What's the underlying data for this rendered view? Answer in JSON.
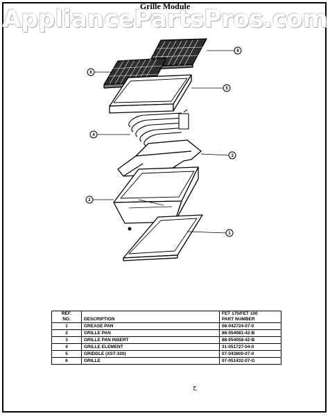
{
  "header": {
    "title": "Grille Module",
    "watermark": "AppliancePartsPros.com"
  },
  "callouts": [
    "1",
    "2",
    "3",
    "4",
    "5",
    "6",
    "6"
  ],
  "table": {
    "headers": {
      "ref_line1": "REF.",
      "ref_line2": "NO.",
      "description": "DESCRIPTION",
      "model_line": "FET 170/FET 100",
      "part_line": "PART NUMBER"
    },
    "rows": [
      {
        "ref": "1",
        "description": "GREASE PAN",
        "part": "08-042724-07-0"
      },
      {
        "ref": "2",
        "description": "GRILLE PAN",
        "part": "88-054081-42-B"
      },
      {
        "ref": "3",
        "description": "GRILLE PAN INSERT",
        "part": "88-054058-42-B"
      },
      {
        "ref": "4",
        "description": "GRILLE ELEMENT",
        "part": "31-051727-04-0"
      },
      {
        "ref": "5",
        "description": "GRIDDLE (XST-320)",
        "part": "07-043800-07-0"
      },
      {
        "ref": "6",
        "description": "GRILLE",
        "part": "07-051432-07-G"
      }
    ]
  },
  "footer_mark": "ح"
}
